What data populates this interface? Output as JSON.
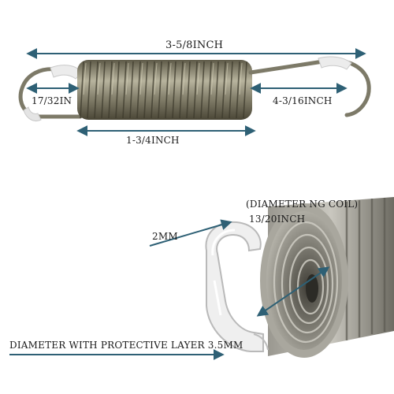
{
  "labels": {
    "overall_length": "3-5/8INCH",
    "hook_left": "17/32IN",
    "hook_right": "4-3/16INCH",
    "coil_body_length": "1-3/4INCH",
    "coil_diameter_heading": "(DIAMETER NG COIL)",
    "coil_diameter_value": "13/20INCH",
    "wire_size": "2MM",
    "protective_layer": "DIAMETER WITH PROTECTIVE LAYER 3.5MM"
  },
  "colors": {
    "dimension_line": "#2e6075",
    "text": "#1a1a1a",
    "spring_metal": "#8a8672",
    "hook_sleeve": "#e8e8e8"
  }
}
